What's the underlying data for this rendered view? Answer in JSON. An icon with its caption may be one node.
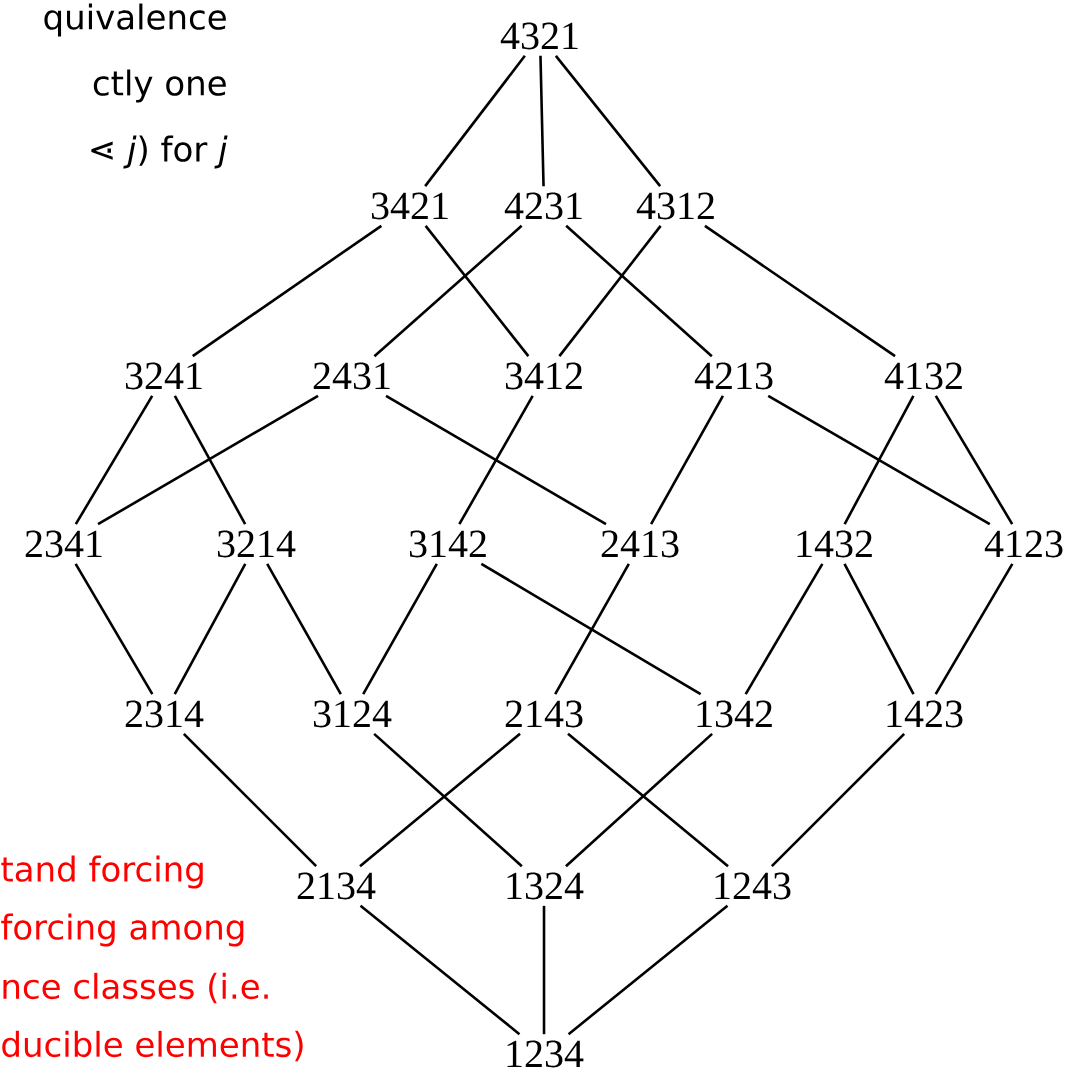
{
  "diagram": {
    "nodes": [
      {
        "text": [
          "4321"
        ]
      },
      {
        "text": [
          "3421"
        ]
      },
      {
        "text": [
          "4231"
        ]
      },
      {
        "text": [
          "4312"
        ]
      },
      {
        "text": [
          "3241"
        ]
      },
      {
        "text": [
          "2431"
        ]
      },
      {
        "text": [
          "3412"
        ]
      },
      {
        "text": [
          "4213"
        ]
      },
      {
        "text": [
          "4132"
        ]
      },
      {
        "text": [
          "2341"
        ]
      },
      {
        "text": [
          "3214"
        ]
      },
      {
        "text": [
          "3142"
        ]
      },
      {
        "text": [
          "2413"
        ]
      },
      {
        "text": [
          "1432"
        ]
      },
      {
        "text": [
          "4123"
        ]
      },
      {
        "text": [
          "2314"
        ]
      },
      {
        "text": [
          "3124"
        ]
      },
      {
        "text": [
          "2143"
        ]
      },
      {
        "text": [
          "1342"
        ]
      },
      {
        "text": [
          "1423"
        ]
      },
      {
        "text": [
          "2134"
        ]
      },
      {
        "text": [
          "1324"
        ]
      },
      {
        "text": [
          "1243"
        ]
      },
      {
        "text": [
          "1234"
        ]
      }
    ],
    "edges": [
      {
        "from": 0,
        "to": 1,
        "arrow": "none"
      },
      {
        "from": 0,
        "to": 2,
        "arrow": "none"
      },
      {
        "from": 0,
        "to": 3,
        "arrow": "none"
      },
      {
        "from": 1,
        "to": 4,
        "arrow": "none"
      },
      {
        "from": 1,
        "to": 6,
        "arrow": "none"
      },
      {
        "from": 2,
        "to": 5,
        "arrow": "none"
      },
      {
        "from": 2,
        "to": 7,
        "arrow": "none"
      },
      {
        "from": 3,
        "to": 6,
        "arrow": "none"
      },
      {
        "from": 3,
        "to": 8,
        "arrow": "none"
      },
      {
        "from": 4,
        "to": 9,
        "arrow": "none"
      },
      {
        "from": 4,
        "to": 10,
        "arrow": "none"
      },
      {
        "from": 5,
        "to": 9,
        "arrow": "none"
      },
      {
        "from": 5,
        "to": 12,
        "arrow": "none"
      },
      {
        "from": 6,
        "to": 11,
        "arrow": "none"
      },
      {
        "from": 7,
        "to": 12,
        "arrow": "none"
      },
      {
        "from": 7,
        "to": 14,
        "arrow": "none"
      },
      {
        "from": 8,
        "to": 13,
        "arrow": "none"
      },
      {
        "from": 8,
        "to": 14,
        "arrow": "none"
      },
      {
        "from": 9,
        "to": 15,
        "arrow": "none"
      },
      {
        "from": 10,
        "to": 15,
        "arrow": "none"
      },
      {
        "from": 10,
        "to": 16,
        "arrow": "none"
      },
      {
        "from": 11,
        "to": 16,
        "arrow": "none"
      },
      {
        "from": 11,
        "to": 18,
        "arrow": "none"
      },
      {
        "from": 12,
        "to": 17,
        "arrow": "none"
      },
      {
        "from": 13,
        "to": 18,
        "arrow": "none"
      },
      {
        "from": 13,
        "to": 19,
        "arrow": "none"
      },
      {
        "from": 14,
        "to": 19,
        "arrow": "none"
      },
      {
        "from": 15,
        "to": 20,
        "arrow": "none"
      },
      {
        "from": 16,
        "to": 21,
        "arrow": "none"
      },
      {
        "from": 17,
        "to": 20,
        "arrow": "none"
      },
      {
        "from": 17,
        "to": 22,
        "arrow": "none"
      },
      {
        "from": 18,
        "to": 21,
        "arrow": "none"
      },
      {
        "from": 19,
        "to": 22,
        "arrow": "none"
      },
      {
        "from": 20,
        "to": 23,
        "arrow": "none"
      },
      {
        "from": 21,
        "to": 23,
        "arrow": "none"
      },
      {
        "from": 22,
        "to": 23,
        "arrow": "none"
      }
    ],
    "labels": [
      "quivalence",
      "ctly one",
      "⋖ *j*) for *j*",
      "tand forcing",
      "forcing among",
      "nce classes (i.e.",
      "ducible elements)"
    ]
  }
}
